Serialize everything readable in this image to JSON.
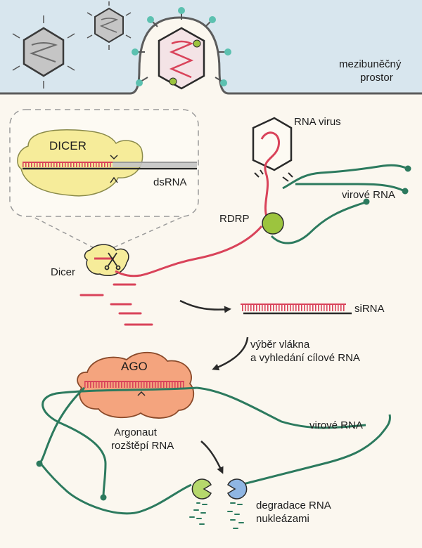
{
  "labels": {
    "extracellular": [
      "mezibuněčný",
      "prostor"
    ],
    "rna_virus": "RNA virus",
    "dicer_box": "DICER",
    "dsrna": "dsRNA",
    "viral_rna_top": "virové RNA",
    "rdrp": "RDRP",
    "dicer": "Dicer",
    "sirna": "siRNA",
    "strand_selection": [
      "výběr vlákna",
      "a vyhledání cílové RNA"
    ],
    "ago": "AGO",
    "viral_rna_bottom": "virové RNA",
    "argonaute": [
      "Argonaut",
      "rozštěpí RNA"
    ],
    "degradation": [
      "degradace RNA",
      "nukleázami"
    ]
  },
  "colors": {
    "background": "#fbf7ef",
    "membrane": "#d8e6ee",
    "rna_red": "#d9435a",
    "rna_green": "#2c7a5e",
    "dicer_yellow": "#f6ec9a",
    "ago_orange": "#f4a47e",
    "rdrp_green": "#9cc43e",
    "spike_teal": "#5cc1b0",
    "nuclease_green": "#b6d86c",
    "nuclease_blue": "#8fb6e3"
  }
}
